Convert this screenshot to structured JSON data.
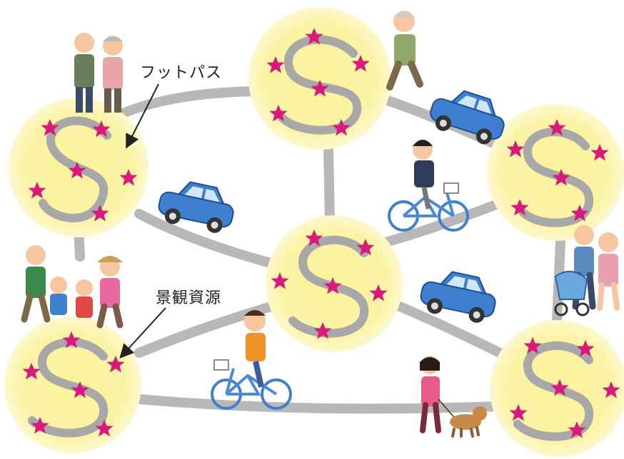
{
  "labels": {
    "footpath": "フットパス",
    "landscape_resource": "景観資源"
  },
  "colors": {
    "resource_glow": "#fbf3a6",
    "path_gray": "#b8b8b8",
    "star": "#d81b7a",
    "car_blue": "#3f7fd0",
    "background": "#ffffff"
  },
  "icons": [
    "landscape-resource-circle",
    "star-icon",
    "car-icon",
    "bicycle-icon",
    "pedestrian-icon",
    "dog-icon",
    "stroller-icon",
    "annotation-arrow"
  ]
}
